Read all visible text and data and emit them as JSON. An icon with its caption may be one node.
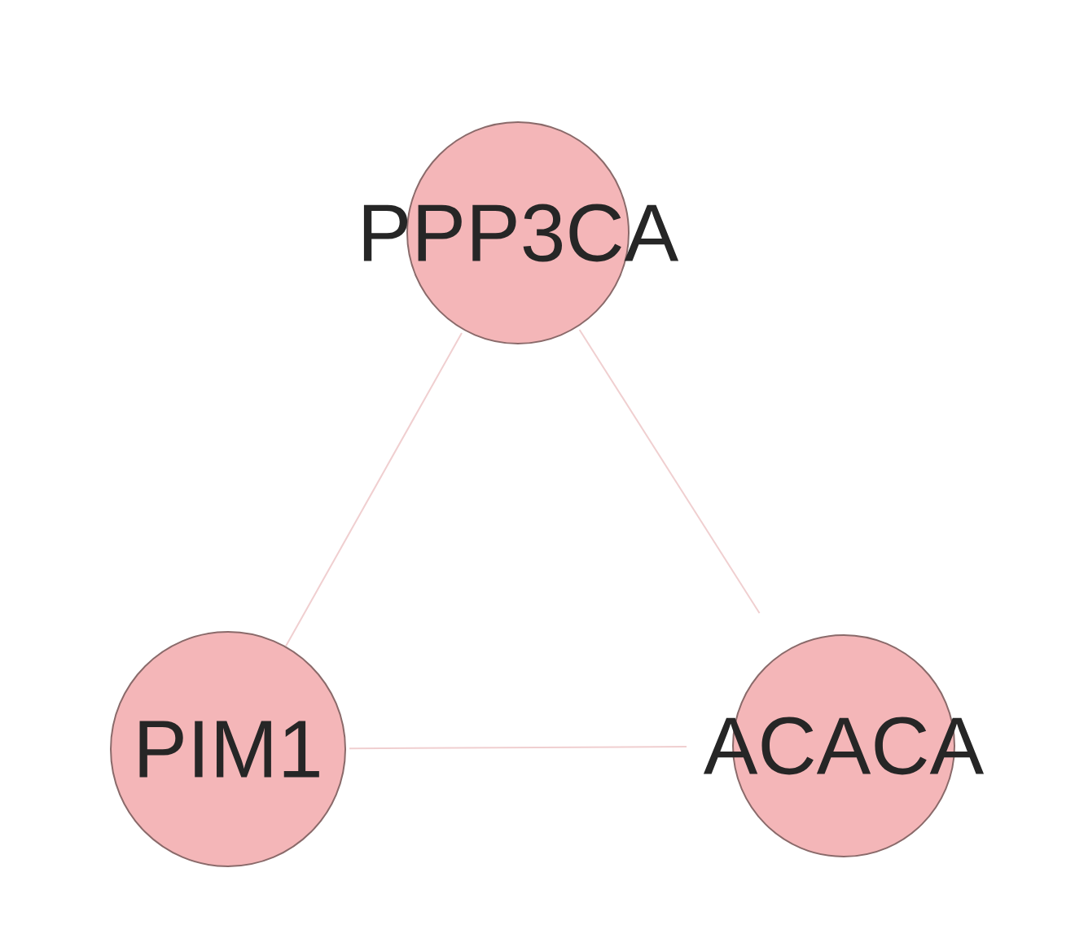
{
  "diagram": {
    "nodes": [
      {
        "text": [
          "PPP3CA"
        ]
      },
      {
        "text": [
          "PIM1"
        ]
      },
      {
        "text": [
          "ACACA"
        ]
      }
    ],
    "edges": [
      {
        "from": 0,
        "to": 1,
        "arrow": "none"
      },
      {
        "from": 0,
        "to": 2,
        "arrow": "none"
      },
      {
        "from": 1,
        "to": 2,
        "arrow": "none"
      }
    ]
  }
}
